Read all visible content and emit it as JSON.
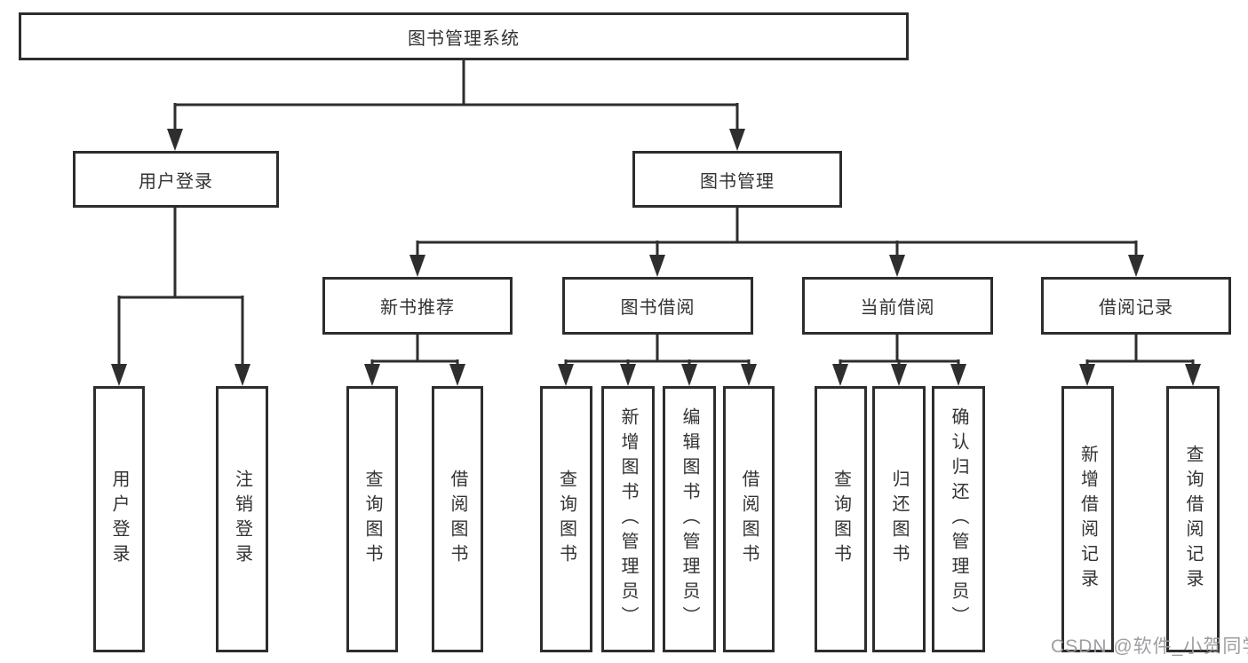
{
  "colors": {
    "line": "#2e2e2e",
    "box_border": "#2d2d2d",
    "text": "#333333",
    "background": "#ffffff",
    "watermark": "#9a9a9e"
  },
  "tree": {
    "root": "图书管理系统",
    "level2": [
      {
        "label": "用户登录"
      },
      {
        "label": "图书管理"
      }
    ],
    "level3": [
      {
        "label": "新书推荐"
      },
      {
        "label": "图书借阅"
      },
      {
        "label": "当前借阅"
      },
      {
        "label": "借阅记录"
      }
    ],
    "leaves": {
      "user_login": [
        "用户登录",
        "注销登录"
      ],
      "new_book": [
        "查询图书",
        "借阅图书"
      ],
      "book_borrow": [
        "查询图书",
        "新增图书（管理员）",
        "编辑图书（管理员）",
        "借阅图书"
      ],
      "current_borrow": [
        "查询图书",
        "归还图书",
        "确认归还（管理员）"
      ],
      "borrow_record": [
        "新增借阅记录",
        "查询借阅记录"
      ]
    }
  },
  "watermark": "CSDN @软件_小贺同学"
}
